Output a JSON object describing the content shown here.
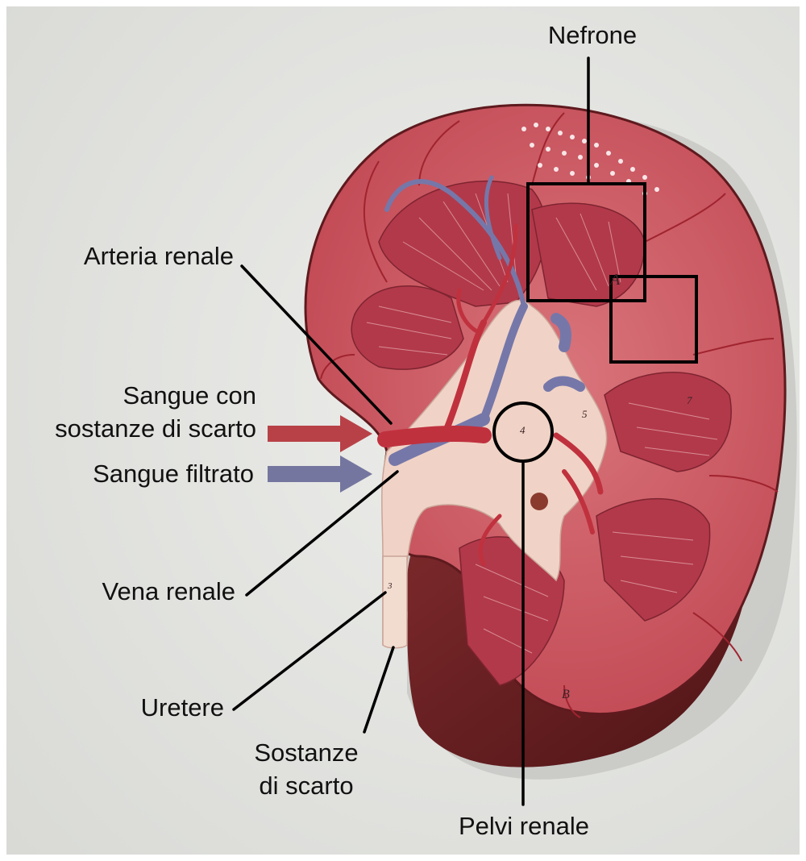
{
  "labels": {
    "nefrone": "Nefrone",
    "arteria_renale": "Arteria renale",
    "sangue_scarto_line1": "Sangue con",
    "sangue_scarto_line2": "sostanze di scarto",
    "sangue_filtrato": "Sangue filtrato",
    "vena_renale": "Vena renale",
    "uretere": "Uretere",
    "sostanze_line1": "Sostanze",
    "sostanze_line2": "di scarto",
    "pelvi_renale": "Pelvi renale"
  },
  "model_markings": {
    "region_a": "A",
    "region_b": "B",
    "number_3": "3",
    "number_4": "4",
    "number_5": "5",
    "number_7": "7"
  },
  "colors": {
    "background": "#e4e5e1",
    "cortex": "#c9505c",
    "medulla": "#b23c4a",
    "pelvis": "#f0d2c4",
    "artery": "#c0313e",
    "vein": "#7676a8",
    "arrow_red": "#b84147",
    "arrow_blue": "#75769f",
    "capsule_dark": "#5a1a1c",
    "line": "#000000"
  }
}
